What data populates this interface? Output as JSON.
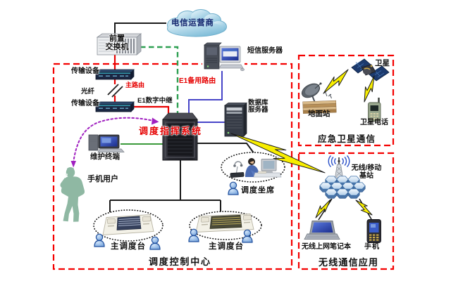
{
  "boxes": {
    "control_center": {
      "title": "调度控制中心",
      "border_color": "#f40000"
    },
    "satellite_comm": {
      "title": "应急卫星通信",
      "border_color": "#f40000"
    },
    "wireless_app": {
      "title": "无线通信应用",
      "border_color": "#f40000"
    }
  },
  "nodes": {
    "telecom_cloud": {
      "label": "电信运营商"
    },
    "front_switch": {
      "label_lines": [
        "前置",
        "交换机"
      ]
    },
    "transmission_top": {
      "label": "传输设备"
    },
    "transmission_bottom": {
      "label": "传输设备"
    },
    "sms_server": {
      "label": "短信服务器"
    },
    "database_server": {
      "label_lines": [
        "数据库",
        "服务器"
      ]
    },
    "dispatch_system": {
      "label": "调度指挥系统"
    },
    "maintenance_terminal": {
      "label": "维护终端"
    },
    "mobile_user": {
      "label": "手机用户"
    },
    "dispatch_seat": {
      "label": "调度坐席"
    },
    "console_left": {
      "label": "主调度台"
    },
    "console_right": {
      "label": "主调度台"
    },
    "satellite": {
      "label": "卫星"
    },
    "ground_station": {
      "label": "地面站"
    },
    "satellite_phone": {
      "label": "卫星电话"
    },
    "base_station": {
      "label_lines": [
        "无线/移动",
        "基站"
      ]
    },
    "wireless_laptop": {
      "label": "无线上网笔记本"
    },
    "mobile_phone": {
      "label": "手机"
    }
  },
  "links": {
    "main_route": {
      "label": "主路由",
      "color": "#e60000"
    },
    "fiber": {
      "label": "光纤",
      "color": "#111111"
    },
    "e1_trunk": {
      "label": "E1数字中继",
      "color": "#111111"
    },
    "e1_backup": {
      "label": "E1备用路由",
      "color": "#e60000"
    }
  },
  "colors": {
    "box_border": "#f40000",
    "main_route_line": "#e80000",
    "backup_route_line": "#2ea052",
    "data_line_blue": "#4745c8",
    "maintenance_line_green": "#3a9a3a",
    "plain_line": "#1a1a1a",
    "wireless_link_purple": "#a020c0",
    "lightning_fill": "#f8ee00",
    "cloud_fill": "#9ccbe2",
    "person_icon_fill": "#8ab4e8"
  }
}
